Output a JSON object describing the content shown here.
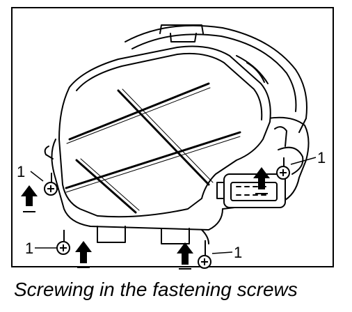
{
  "figure": {
    "caption": "Screwing in the fastening screws",
    "callouts": [
      "1",
      "1",
      "1",
      "1"
    ],
    "ink_color": "#000000",
    "paper_color": "#ffffff"
  }
}
